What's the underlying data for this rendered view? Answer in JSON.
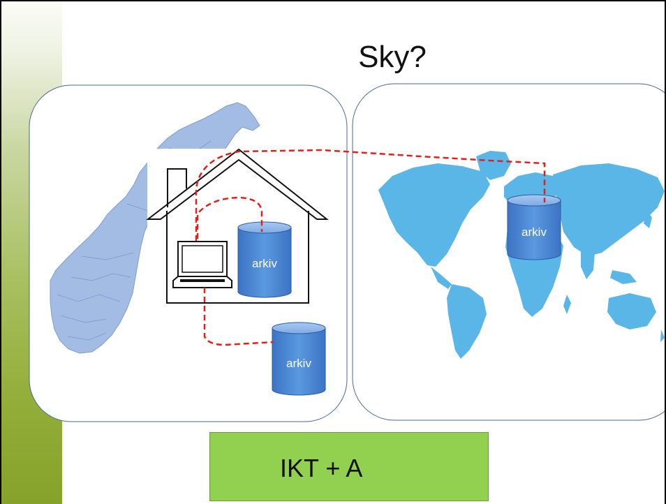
{
  "slide": {
    "title": "Sky?",
    "bottom_box_text": "IKT + A"
  },
  "diagram": {
    "archive_label": "arkiv",
    "left_panel": "map-of-norway",
    "right_panel": "world-map",
    "connection_color": "#e0201a",
    "map_color_norway": "#9fb7e0",
    "map_color_world": "#5ab6e6",
    "cylinder_color": "#4a86d4"
  }
}
